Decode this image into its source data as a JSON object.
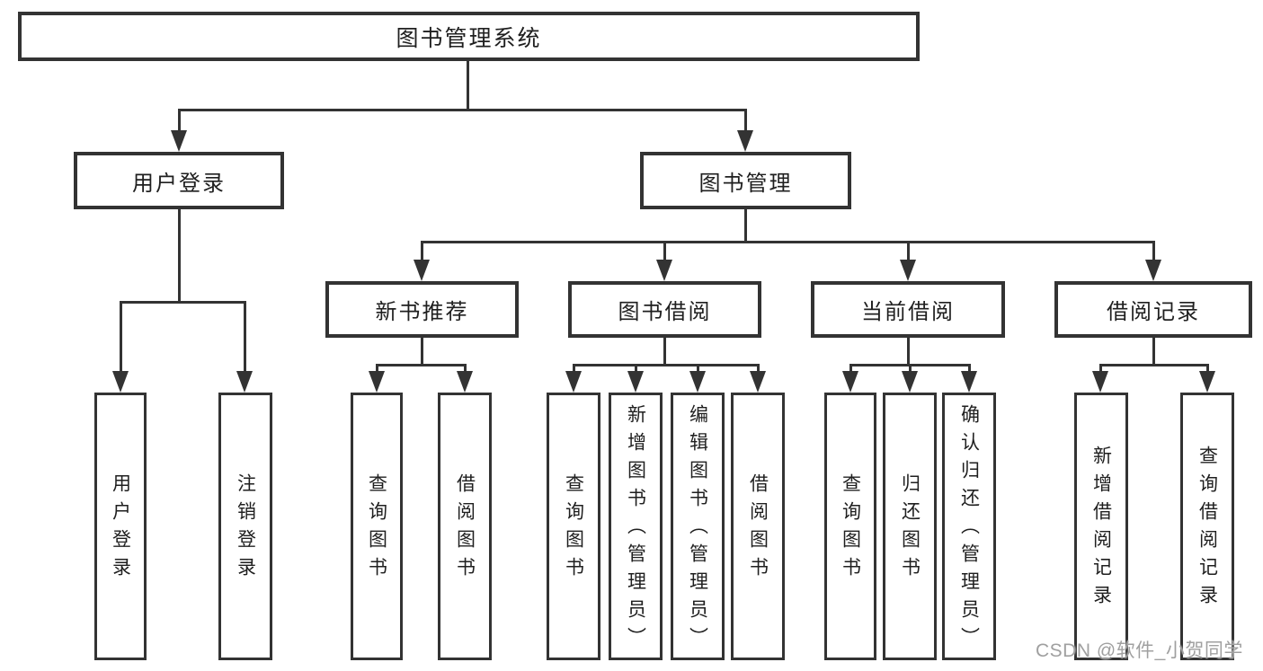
{
  "colors": {
    "line": "#333333",
    "text": "#1f1f1f",
    "watermark": "#a0a0a0",
    "background": "#ffffff"
  },
  "diagram": {
    "root": "图书管理系统",
    "level2": [
      {
        "label": "用户登录",
        "children": [
          "用户登录",
          "注销登录"
        ]
      },
      {
        "label": "图书管理",
        "children": [
          {
            "label": "新书推荐",
            "children": [
              "查询图书",
              "借阅图书"
            ]
          },
          {
            "label": "图书借阅",
            "children": [
              "查询图书",
              "新增图书（管理员）",
              "编辑图书（管理员）",
              "借阅图书"
            ]
          },
          {
            "label": "当前借阅",
            "children": [
              "查询图书",
              "归还图书",
              "确认归还（管理员）"
            ]
          },
          {
            "label": "借阅记录",
            "children": [
              "新增借阅记录",
              "查询借阅记录"
            ]
          }
        ]
      }
    ]
  },
  "watermark": "CSDN @软件_小贺同学"
}
